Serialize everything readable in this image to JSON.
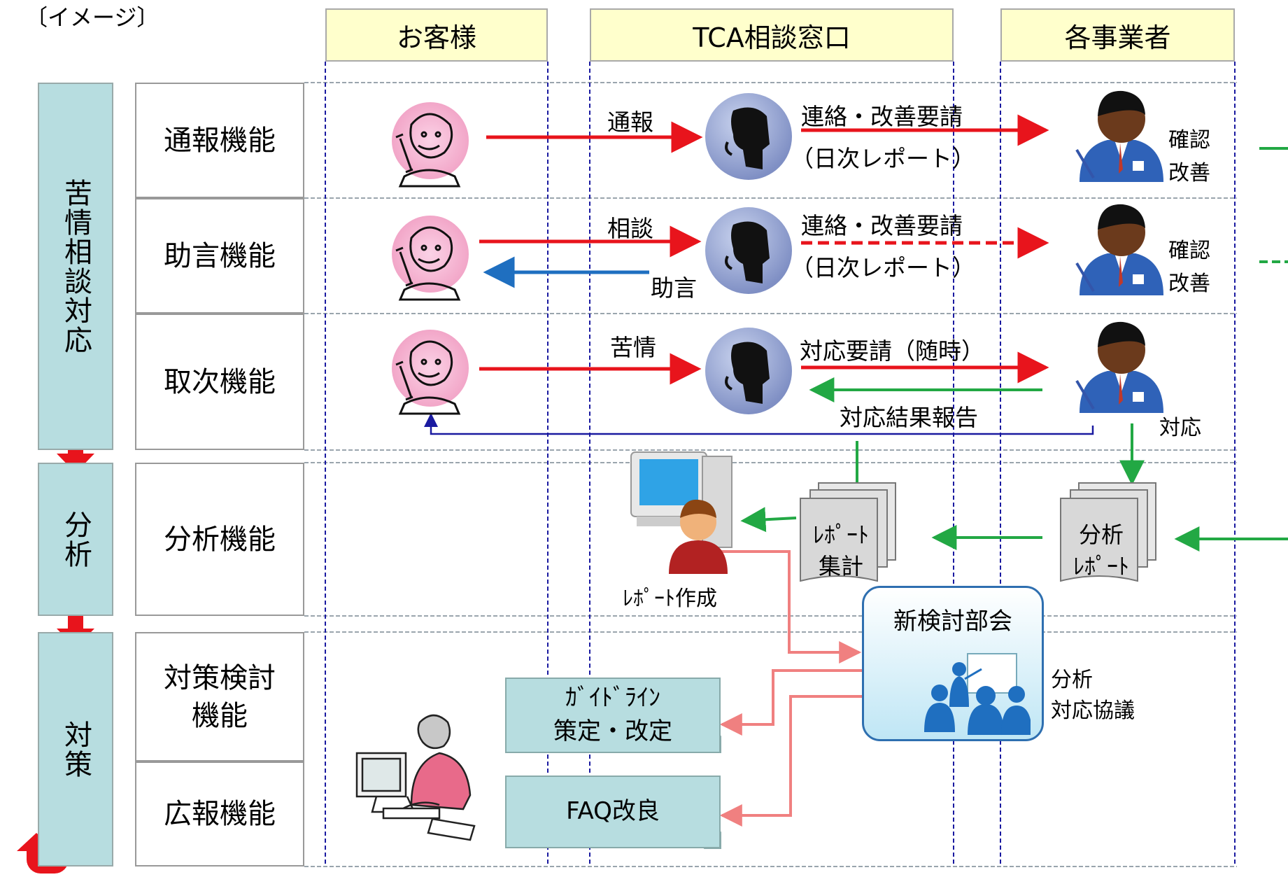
{
  "header_note": "〔イメージ〕",
  "columns": [
    "お客様",
    "TCA相談窓口",
    "各事業者"
  ],
  "phases": [
    "苦情相談対応",
    "分析",
    "対策"
  ],
  "functions": {
    "report": "通報機能",
    "advice": "助言機能",
    "relay": "取次機能",
    "analysis": "分析機能",
    "countermeasure": "対策検討機能",
    "pr": "広報機能"
  },
  "labels": {
    "report_call": "通報",
    "consult": "相談",
    "complaint": "苦情",
    "advice_reply": "助言",
    "contact_request_1": "連絡・改善要請",
    "daily_report_1": "（日次レポート）",
    "contact_request_2": "連絡・改善要請",
    "daily_report_2": "（日次レポート）",
    "response_request": "対応要請（随時）",
    "response_result": "対応結果報告",
    "confirm_1": "確認",
    "improve_1": "改善",
    "confirm_2": "確認",
    "improve_2": "改善",
    "respond": "対応",
    "report_create": "ﾚﾎﾟｰﾄ作成",
    "report_aggregate": "ﾚﾎﾟｰﾄ\n集計",
    "analysis_report": "分析\nﾚﾎﾟｰﾄ",
    "committee": "新検討部会",
    "committee_note": "分析\n対応協議",
    "guideline": "ｶﾞｲﾄﾞﾗｲﾝ\n策定・改定",
    "faq": "FAQ改良"
  },
  "colors": {
    "header_fill": "#ffffcc",
    "phase_fill": "#b7dde0",
    "red_arrow": "#e8141c",
    "blue_arrow": "#1f6fc0",
    "green_arrow": "#22a844",
    "pink_line": "#f08080",
    "navy_line": "#1a1aa0"
  },
  "icons": [
    "customer-woman-phone-icon",
    "operator-headset-icon",
    "businessman-icon",
    "computer-user-icon",
    "report-stack-icon",
    "meeting-icon",
    "woman-at-computer-icon"
  ]
}
